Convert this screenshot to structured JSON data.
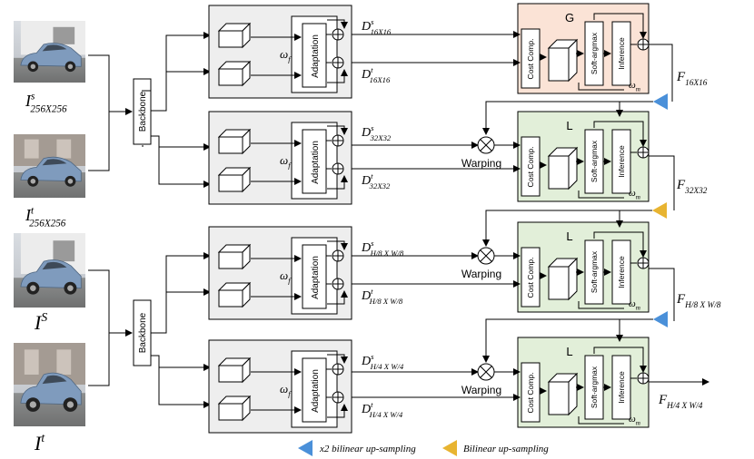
{
  "images": {
    "src_small": {
      "label": "I",
      "sup": "s",
      "sub": "256X256"
    },
    "tgt_small": {
      "label": "I",
      "sup": "t",
      "sub": "256X256"
    },
    "src_full": {
      "label": "I",
      "sup": "S",
      "sub": ""
    },
    "tgt_full": {
      "label": "I",
      "sup": "t",
      "sub": ""
    }
  },
  "backbone_label": "Backbone",
  "adaptation_label": "Adaptation",
  "omega_f": "ω",
  "omega_f_sub": "f",
  "omega_m": "ω",
  "omega_m_sub": "m",
  "plus_symbol": "⊕",
  "cost_label": "Cost Comp.",
  "softargmax_label": "Soft-argmax",
  "inference_label": "Inference",
  "warping_label": "Warping",
  "rows": [
    {
      "ds_main": "D",
      "ds_sup": "s",
      "ds_sub": "16X16",
      "dt_main": "D",
      "dt_sup": "t",
      "dt_sub": "16X16",
      "module": "G",
      "flow_main": "F",
      "flow_sub": "16X16"
    },
    {
      "ds_main": "D",
      "ds_sup": "s",
      "ds_sub": "32X32",
      "dt_main": "D",
      "dt_sup": "t",
      "dt_sub": "32X32",
      "module": "L",
      "flow_main": "F",
      "flow_sub": "32X32"
    },
    {
      "ds_main": "D",
      "ds_sup": "s",
      "ds_sub": "H/8 X W/8",
      "dt_main": "D",
      "dt_sup": "t",
      "dt_sub": "H/8 X W/8",
      "module": "L",
      "flow_main": "F",
      "flow_sub": "H/8 X W/8"
    },
    {
      "ds_main": "D",
      "ds_sup": "s",
      "ds_sub": "H/4 X W/4",
      "dt_main": "D",
      "dt_sup": "t",
      "dt_sub": "H/4 X W/4",
      "module": "L",
      "flow_main": "F",
      "flow_sub": "H/4 X W/4"
    }
  ],
  "legend": {
    "blue_label": "x2 bilinear up-sampling",
    "yellow_label": "Bilinear up-sampling",
    "blue_color": "#4a90d9",
    "yellow_color": "#e8b431"
  },
  "colors": {
    "feature_box": "#eeeeee",
    "g_module": "#fbe3d6",
    "l_module": "#e2efd9"
  }
}
